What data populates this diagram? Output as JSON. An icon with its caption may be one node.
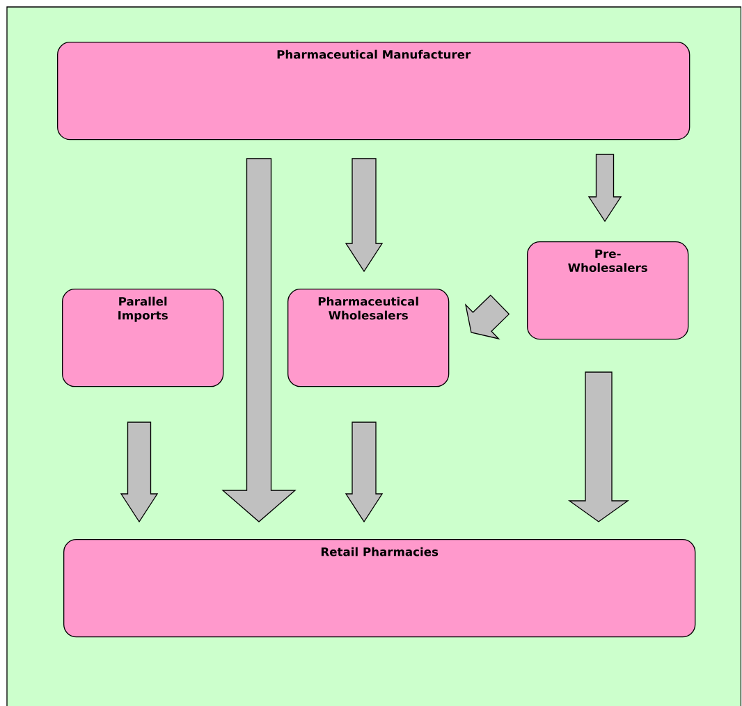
{
  "diagram": {
    "nodes": [
      {
        "text": [
          "Pharmaceutical Manufacturer"
        ]
      },
      {
        "text": [
          "Parallel Imports"
        ]
      },
      {
        "text": [
          "Pharmaceutical Wholesalers"
        ]
      },
      {
        "text": [
          "Pre-Wholesalers"
        ]
      },
      {
        "text": [
          "Retail Pharmacies"
        ]
      }
    ],
    "edges": [
      {
        "from": 0,
        "to": 2,
        "arrow": "to"
      },
      {
        "from": 0,
        "to": 4,
        "arrow": "to"
      },
      {
        "from": 0,
        "to": 3,
        "arrow": "to"
      },
      {
        "from": 3,
        "to": 2,
        "arrow": "to"
      },
      {
        "from": 1,
        "to": 4,
        "arrow": "to"
      },
      {
        "from": 2,
        "to": 4,
        "arrow": "to"
      },
      {
        "from": 3,
        "to": 4,
        "arrow": "to"
      }
    ]
  }
}
